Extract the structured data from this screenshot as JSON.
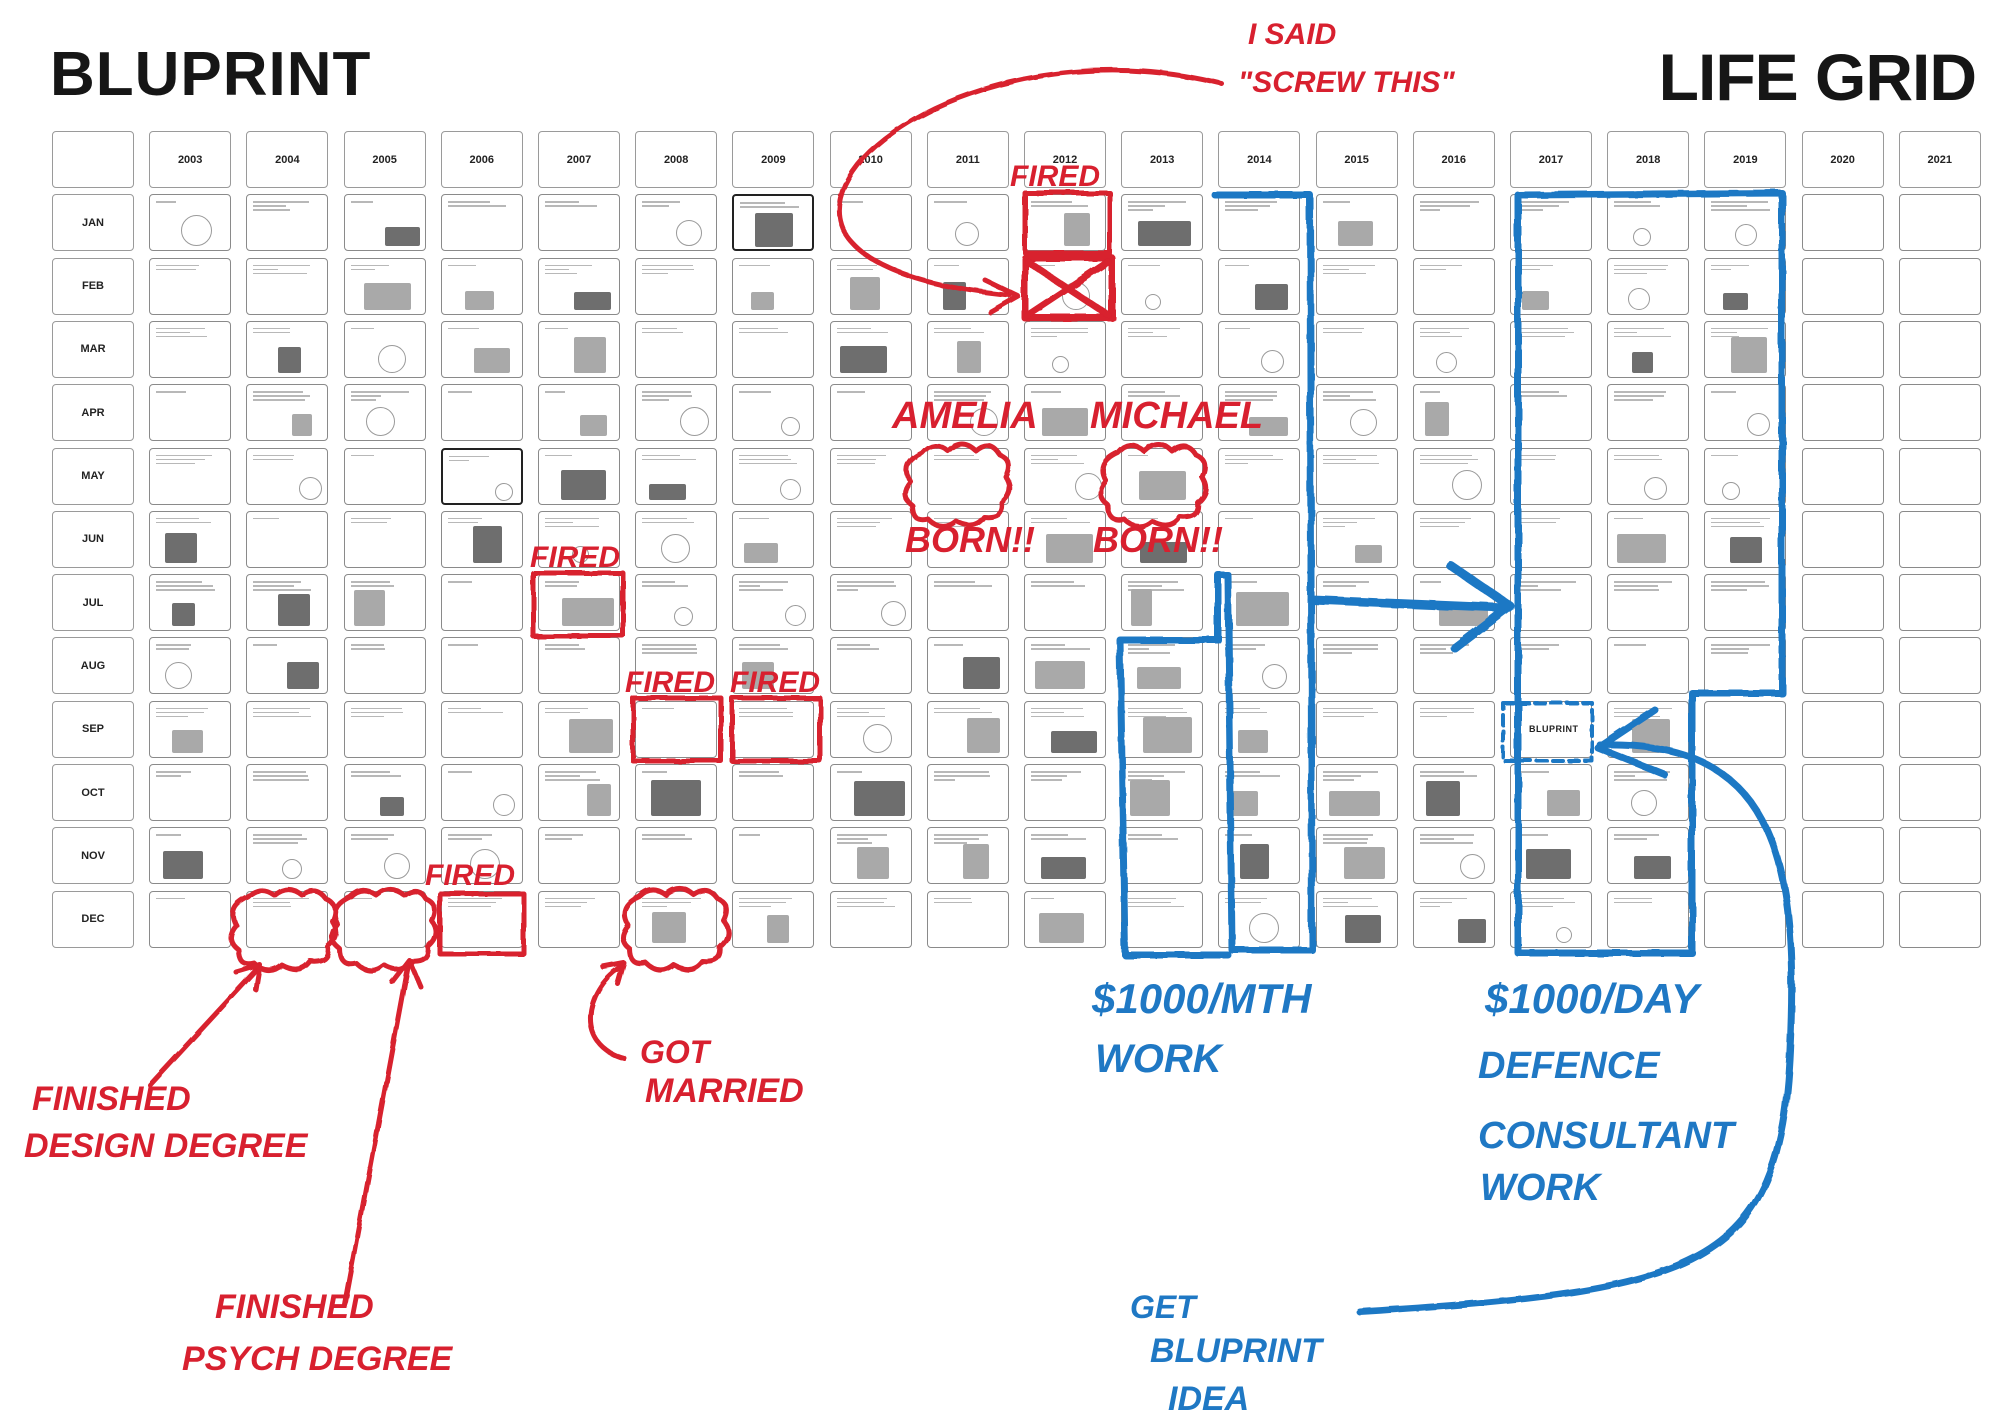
{
  "header": {
    "brand": "BLUPRINT",
    "title": "LIFE GRID"
  },
  "grid": {
    "years": [
      "2003",
      "2004",
      "2005",
      "2006",
      "2007",
      "2008",
      "2009",
      "2010",
      "2011",
      "2012",
      "2013",
      "2014",
      "2015",
      "2016",
      "2017",
      "2018",
      "2019",
      "2020",
      "2021"
    ],
    "months": [
      "JAN",
      "FEB",
      "MAR",
      "APR",
      "MAY",
      "JUN",
      "JUL",
      "AUG",
      "SEP",
      "OCT",
      "NOV",
      "DEC"
    ],
    "highlight_tag": "BLUPRINT"
  },
  "annotations": {
    "red": {
      "i_said": "I SAID",
      "screw_this": "\"SCREW THIS\"",
      "fired_1": "FIRED",
      "fired_2": "FIRED",
      "fired_3": "FIRED",
      "fired_4": "FIRED",
      "fired_5": "FIRED",
      "amelia": "AMELIA",
      "born_1": "BORN!!",
      "michael": "MICHAEL",
      "born_2": "BORN!!",
      "got": "GOT",
      "married": "MARRIED",
      "design_1": "FINISHED",
      "design_2": "DESIGN DEGREE",
      "psych_1": "FINISHED",
      "psych_2": "PSYCH DEGREE"
    },
    "blue": {
      "mth_1": "$1000/MTH",
      "mth_2": "WORK",
      "day_1": "$1000/DAY",
      "day_2": "DEFENCE",
      "day_3": "CONSULTANT",
      "day_4": "WORK",
      "idea_1": "GET",
      "idea_2": "BLUPRINT",
      "idea_3": "IDEA"
    }
  },
  "colors": {
    "red": "#d8202f",
    "blue": "#1f78c4",
    "ink": "#161616"
  }
}
